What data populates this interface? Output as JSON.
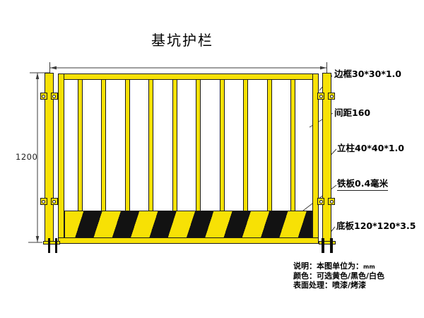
{
  "title": "基坑护栏",
  "dimension_labels": {
    "height": "1200"
  },
  "annotations": {
    "frame": "边框30*30*1.0",
    "spacing": "间距160",
    "post": "立柱40*40*1.0",
    "plate": "铁板0.4毫米",
    "base": "底板120*120*3.5"
  },
  "notes": {
    "unit_prefix": "说明：本图单位为：",
    "unit_value": "mm",
    "color_line": "颜色：可选黄色/黑色/白色",
    "surface_line": "表面处理：喷漆/烤漆"
  },
  "fence": {
    "bar_count": 10
  },
  "colors": {
    "fence_yellow": "#f7e105",
    "outline_black": "#1a1a1a",
    "stripe_black": "#121212",
    "dimension_line": "#3d3d3d",
    "text": "#000000",
    "background": "#ffffff"
  }
}
